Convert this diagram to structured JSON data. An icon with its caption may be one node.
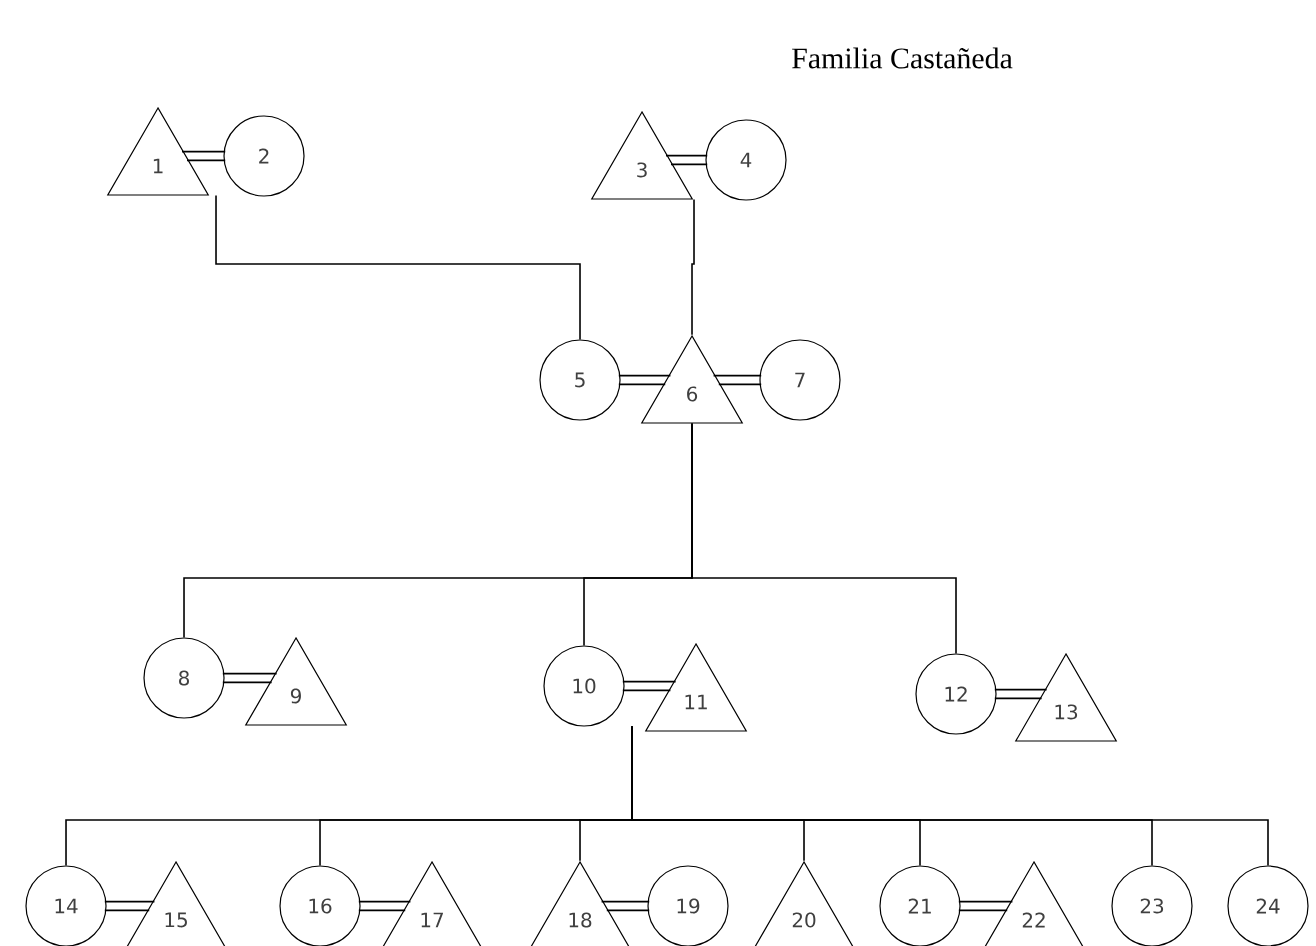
{
  "diagram": {
    "title": "Familia Castañeda",
    "nodes": [
      {
        "text": [
          "1"
        ]
      },
      {
        "text": [
          "2"
        ]
      },
      {
        "text": [
          "3"
        ]
      },
      {
        "text": [
          "4"
        ]
      },
      {
        "text": [
          "5"
        ]
      },
      {
        "text": [
          "6"
        ]
      },
      {
        "text": [
          "7"
        ]
      },
      {
        "text": [
          "8"
        ]
      },
      {
        "text": [
          "9"
        ]
      },
      {
        "text": [
          "10"
        ]
      },
      {
        "text": [
          "11"
        ]
      },
      {
        "text": [
          "12"
        ]
      },
      {
        "text": [
          "13"
        ]
      },
      {
        "text": [
          "14"
        ]
      },
      {
        "text": [
          "15"
        ]
      },
      {
        "text": [
          "16"
        ]
      },
      {
        "text": [
          "17"
        ]
      },
      {
        "text": [
          "18"
        ]
      },
      {
        "text": [
          "19"
        ]
      },
      {
        "text": [
          "20"
        ]
      },
      {
        "text": [
          "21"
        ]
      },
      {
        "text": [
          "22"
        ]
      },
      {
        "text": [
          "23"
        ]
      },
      {
        "text": [
          "24"
        ]
      }
    ],
    "edges": [
      {
        "from": 0,
        "to": 1,
        "arrow": "none"
      },
      {
        "from": 2,
        "to": 3,
        "arrow": "none"
      },
      {
        "from": 4,
        "to": 5,
        "arrow": "none"
      },
      {
        "from": 5,
        "to": 6,
        "arrow": "none"
      },
      {
        "from": 0,
        "to": 4,
        "arrow": "none"
      },
      {
        "from": 2,
        "to": 5,
        "arrow": "none"
      },
      {
        "from": 5,
        "to": 7,
        "arrow": "none"
      },
      {
        "from": 5,
        "to": 9,
        "arrow": "none"
      },
      {
        "from": 5,
        "to": 11,
        "arrow": "none"
      },
      {
        "from": 7,
        "to": 8,
        "arrow": "none"
      },
      {
        "from": 9,
        "to": 10,
        "arrow": "none"
      },
      {
        "from": 11,
        "to": 12,
        "arrow": "none"
      },
      {
        "from": 9,
        "to": 13,
        "arrow": "none"
      },
      {
        "from": 9,
        "to": 15,
        "arrow": "none"
      },
      {
        "from": 9,
        "to": 17,
        "arrow": "none"
      },
      {
        "from": 9,
        "to": 19,
        "arrow": "none"
      },
      {
        "from": 9,
        "to": 20,
        "arrow": "none"
      },
      {
        "from": 9,
        "to": 22,
        "arrow": "none"
      },
      {
        "from": 9,
        "to": 23,
        "arrow": "none"
      },
      {
        "from": 13,
        "to": 14,
        "arrow": "none"
      },
      {
        "from": 15,
        "to": 16,
        "arrow": "none"
      },
      {
        "from": 17,
        "to": 18,
        "arrow": "none"
      },
      {
        "from": 20,
        "to": 21,
        "arrow": "none"
      }
    ]
  }
}
